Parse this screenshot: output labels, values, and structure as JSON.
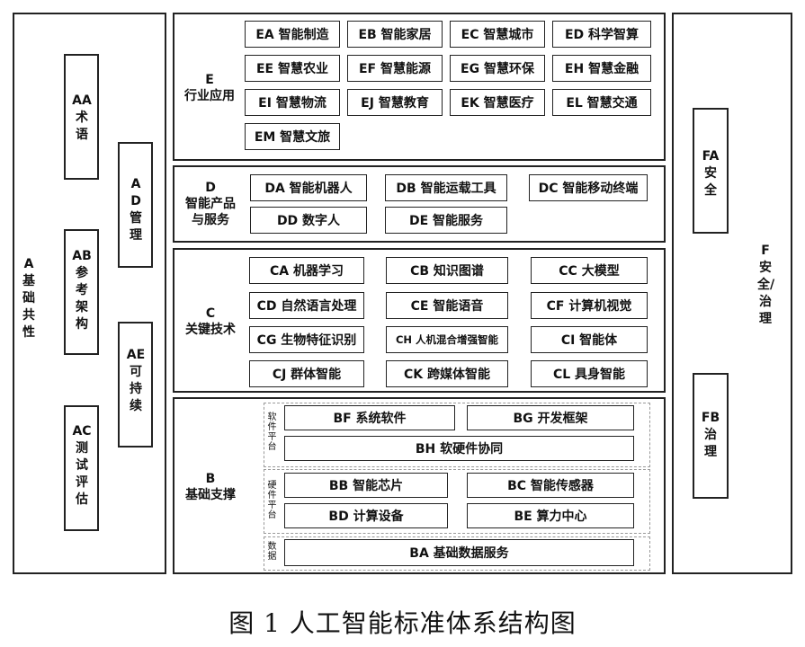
{
  "A": {
    "code": "A",
    "label": "基础共性"
  },
  "AA": {
    "code": "AA",
    "label": "术语"
  },
  "AB": {
    "code": "AB",
    "label": "参考架构"
  },
  "AC": {
    "code": "AC",
    "label": "测试评估"
  },
  "AD": {
    "code": "AD",
    "label": "管理"
  },
  "AE": {
    "code": "AE",
    "label": "可持续"
  },
  "E": {
    "code": "E",
    "label": "行业应用",
    "items": [
      "EA 智能制造",
      "EB 智能家居",
      "EC 智慧城市",
      "ED 科学智算",
      "EE 智慧农业",
      "EF 智慧能源",
      "EG 智慧环保",
      "EH 智慧金融",
      "EI 智慧物流",
      "EJ 智慧教育",
      "EK 智慧医疗",
      "EL 智慧交通",
      "EM 智慧文旅"
    ]
  },
  "D": {
    "code": "D",
    "label1": "智能产品",
    "label2": "与服务",
    "items": [
      "DA 智能机器人",
      "DB 智能运载工具",
      "DC 智能移动终端",
      "DD 数字人",
      "DE 智能服务"
    ]
  },
  "C": {
    "code": "C",
    "label": "关键技术",
    "items": [
      "CA 机器学习",
      "CB 知识图谱",
      "CC 大模型",
      "CD 自然语言处理",
      "CE 智能语音",
      "CF 计算机视觉",
      "CG 生物特征识别",
      "CH 人机混合增强智能",
      "CI 智能体",
      "CJ 群体智能",
      "CK 跨媒体智能",
      "CL 具身智能"
    ]
  },
  "B": {
    "code": "B",
    "label": "基础支撑",
    "software": {
      "label": "软件平台",
      "items": [
        "BF 系统软件",
        "BG 开发框架",
        "BH 软硬件协同"
      ]
    },
    "hardware": {
      "label": "硬件平台",
      "items": [
        "BB 智能芯片",
        "BC 智能传感器",
        "BD 计算设备",
        "BE 算力中心"
      ]
    },
    "data": {
      "label": "数据",
      "items": [
        "BA 基础数据服务"
      ]
    }
  },
  "F": {
    "code": "F",
    "label": "安全/治理"
  },
  "FA": {
    "code": "FA",
    "label": "安全"
  },
  "FB": {
    "code": "FB",
    "label": "治理"
  },
  "caption": "图 1  人工智能标准体系结构图"
}
